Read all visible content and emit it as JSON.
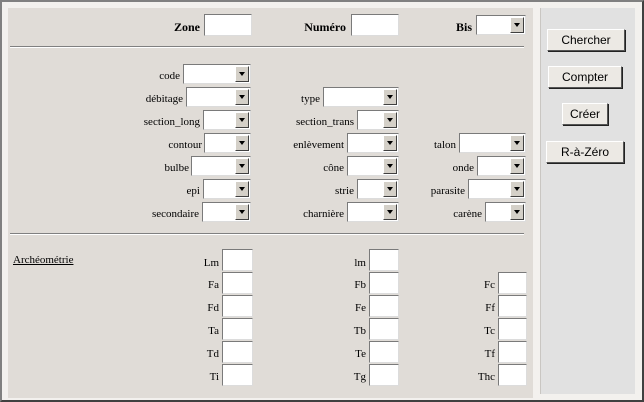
{
  "header": {
    "zone_label": "Zone",
    "numero_label": "Numéro",
    "bis_label": "Bis"
  },
  "fields": {
    "code": "code",
    "debitage": "débitage",
    "type": "type",
    "section_long": "section_long",
    "section_trans": "section_trans",
    "contour": "contour",
    "enlevement": "enlèvement",
    "talon": "talon",
    "bulbe": "bulbe",
    "cone": "cône",
    "onde": "onde",
    "epi": "epi",
    "strie": "strie",
    "parasite": "parasite",
    "secondaire": "secondaire",
    "charniere": "charnière",
    "carene": "carène"
  },
  "archeometrie": {
    "title": "Archéométrie",
    "Lm": "Lm",
    "lm": "lm",
    "Fa": "Fa",
    "Fb": "Fb",
    "Fc": "Fc",
    "Fd": "Fd",
    "Fe": "Fe",
    "Ff": "Ff",
    "Ta": "Ta",
    "Tb": "Tb",
    "Tc": "Tc",
    "Td": "Td",
    "Te": "Te",
    "Tf": "Tf",
    "Ti": "Ti",
    "Tg": "Tg",
    "Thc": "Thc"
  },
  "actions": {
    "chercher": "Chercher",
    "compter": "Compter",
    "creer": "Créer",
    "raz": "R-à-Zéro"
  },
  "colors": {
    "panel": "#e0dcd7",
    "sidebar": "#e1e1e1"
  }
}
